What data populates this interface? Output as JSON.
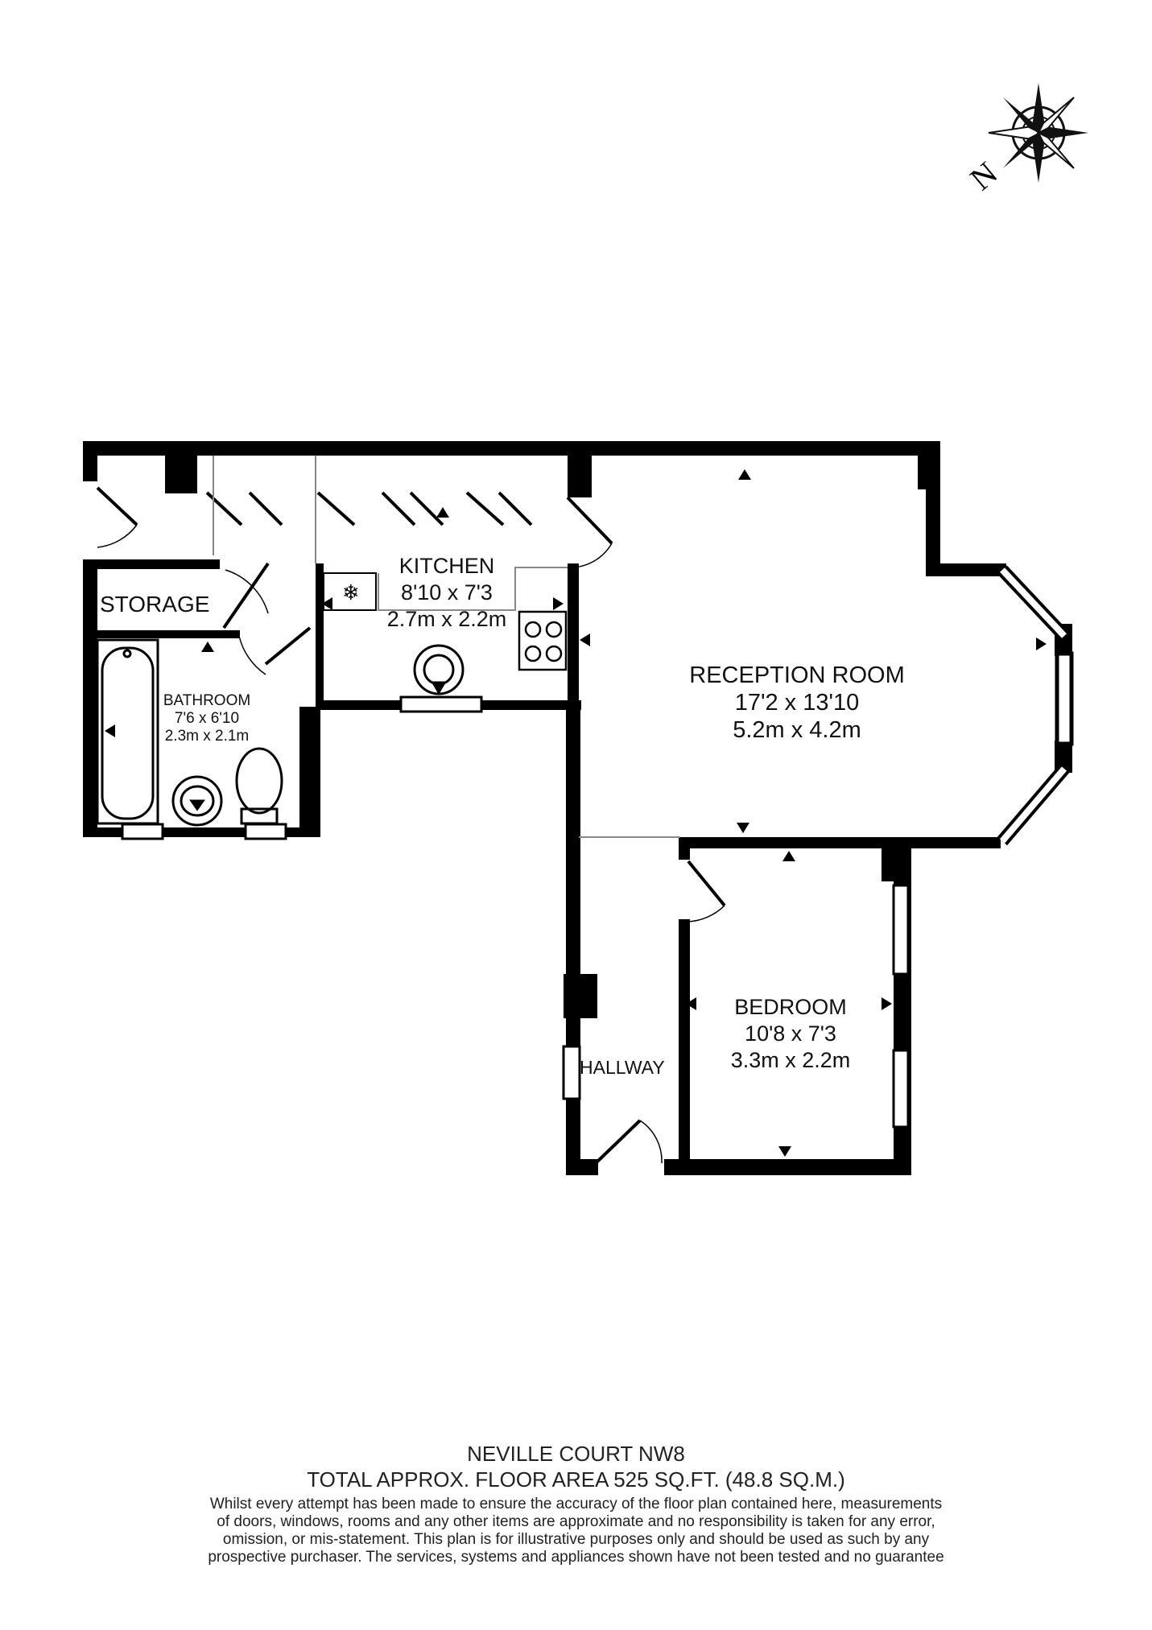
{
  "plan": {
    "compass": {
      "north_label": "N",
      "icon": "compass-rose-icon"
    },
    "rooms": {
      "kitchen": {
        "name": "KITCHEN",
        "imperial": "8'10 x 7'3",
        "metric": "2.7m x 2.2m"
      },
      "reception": {
        "name": "RECEPTION ROOM",
        "imperial": "17'2 x 13'10",
        "metric": "5.2m x 4.2m"
      },
      "bathroom": {
        "name": "BATHROOM",
        "imperial": "7'6 x 6'10",
        "metric": "2.3m x 2.1m"
      },
      "bedroom": {
        "name": "BEDROOM",
        "imperial": "10'8 x 7'3",
        "metric": "3.3m x 2.2m"
      },
      "storage": {
        "name": "STORAGE"
      },
      "hallway": {
        "name": "HALLWAY"
      }
    },
    "fixtures": [
      "bathtub-icon",
      "basin-icon",
      "toilet-icon",
      "sink-icon",
      "hob-icon",
      "fridge-icon"
    ]
  },
  "footer": {
    "address": "NEVILLE COURT NW8",
    "area": "TOTAL APPROX. FLOOR AREA 525 SQ.FT. (48.8 SQ.M.)",
    "disclaimer": [
      "Whilst every attempt has been made to ensure the accuracy of the floor plan contained here, measurements",
      "of doors, windows, rooms and any other items are approximate and no responsibility is taken for any error,",
      "omission, or mis-statement. This plan is for illustrative purposes only and should be used as such by any",
      "prospective purchaser. The services, systems and appliances shown have not been tested and no guarantee"
    ]
  }
}
